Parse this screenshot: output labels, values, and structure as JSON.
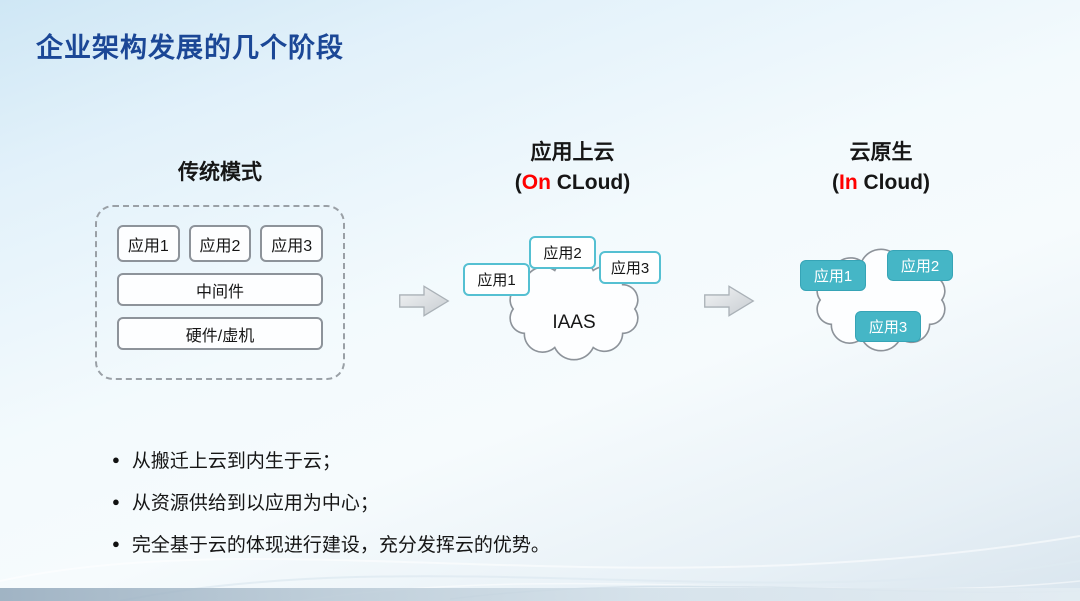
{
  "slide": {
    "title": "企业架构发展的几个阶段"
  },
  "stages": {
    "traditional": {
      "heading": "传统模式",
      "apps": [
        "应用1",
        "应用2",
        "应用3"
      ],
      "middleware": "中间件",
      "hardware": "硬件/虚机"
    },
    "on_cloud": {
      "heading": "应用上云",
      "sub_prefix": "(",
      "sub_highlight": "On",
      "sub_suffix": " CLoud)",
      "cloud_label": "IAAS",
      "apps": [
        "应用1",
        "应用2",
        "应用3"
      ]
    },
    "in_cloud": {
      "heading": "云原生",
      "sub_prefix": "(",
      "sub_highlight": "In",
      "sub_suffix": " Cloud)",
      "apps": [
        "应用1",
        "应用2",
        "应用3"
      ]
    }
  },
  "bullets": [
    "从搬迁上云到内生于云；",
    "从资源供给到以应用为中心；",
    "完全基于云的体现进行建设，充分发挥云的优势。"
  ],
  "icons": {
    "bullet": "●"
  },
  "colors": {
    "title_blue": "#1b4796",
    "highlight_red": "#ff0000",
    "teal_fill": "#45b6c6",
    "teal_border": "#55c0d2",
    "gray_border": "#8d939a"
  }
}
